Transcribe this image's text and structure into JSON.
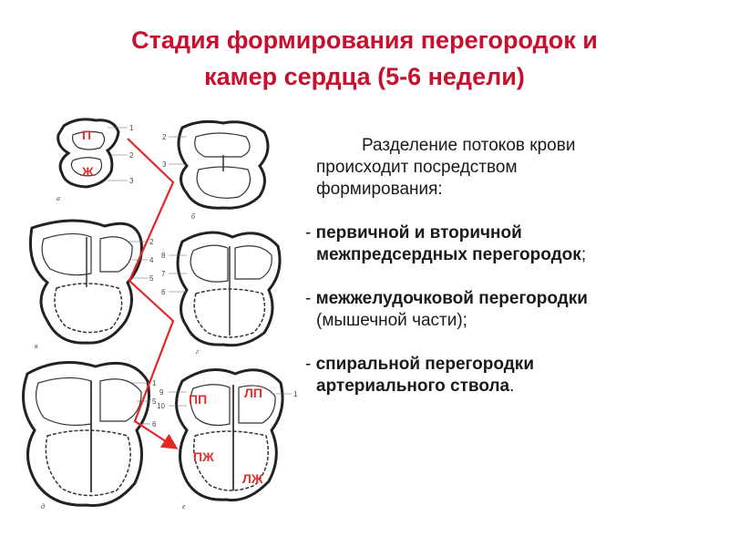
{
  "title": {
    "line1": "Стадия формирования  перегородок и",
    "line2_main": "камер сердца ",
    "line2_paren": "(5-6 недели)"
  },
  "figure": {
    "labels": {
      "p": "П",
      "zh": "Ж",
      "pp": "ПП",
      "lp": "ЛП",
      "pzh": "ПЖ",
      "lzh": "ЛЖ"
    },
    "panel_letters": [
      "а",
      "б",
      "в",
      "г",
      "д",
      "е"
    ],
    "numbers": [
      "1",
      "2",
      "3",
      "4",
      "5",
      "6",
      "7",
      "8",
      "9",
      "10"
    ]
  },
  "text": {
    "intro_line1": "Разделение потоков крови",
    "intro_line2": "происходит посредством",
    "intro_line3": "формирования:",
    "item1_dash": "- ",
    "item1_bold1": "первичной и вторичной",
    "item1_bold2": "межпредсердных перегородок",
    "item1_end": ";",
    "item2_dash": "- ",
    "item2_bold": "межжелудочковой перегородки",
    "item2_normal": "(мышечной части);",
    "item3_dash": "- ",
    "item3_bold1": "спиральной перегородки",
    "item3_bold2": "артериального ствола",
    "item3_end": "."
  },
  "colors": {
    "title": "#c8102e",
    "arrow": "#e32626",
    "label": "#e03030",
    "text": "#1a1a1a"
  }
}
